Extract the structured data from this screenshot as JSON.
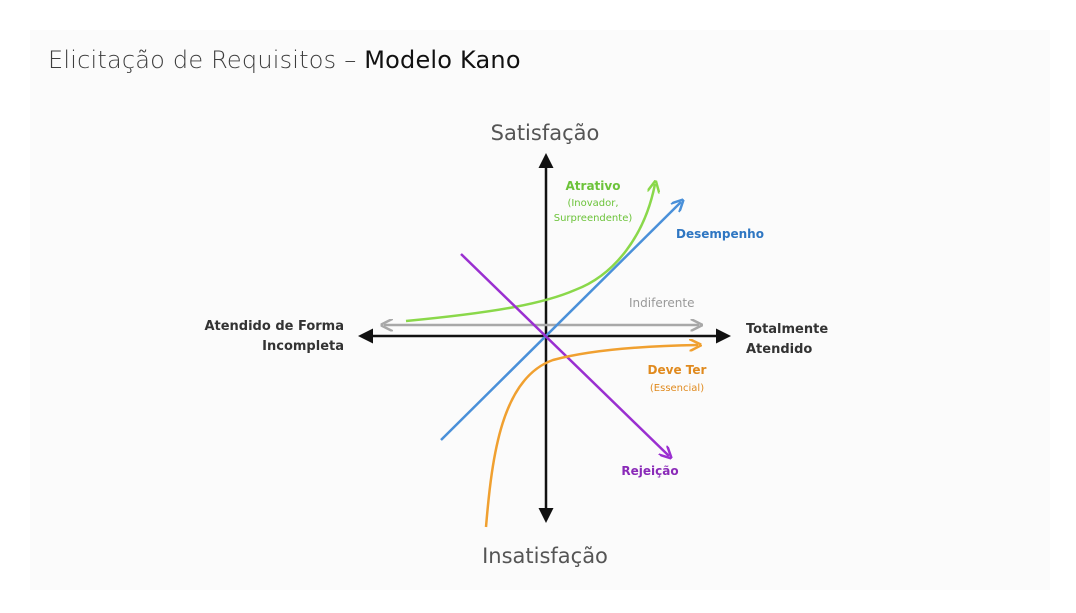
{
  "slide": {
    "title_light": "Elicitação de Requisitos – ",
    "title_dark": "Modelo Kano"
  },
  "diagram": {
    "y_axis_top": "Satisfação",
    "y_axis_bottom": "Insatisfação",
    "x_axis_left": [
      "Atendido de Forma",
      "Incompleta"
    ],
    "x_axis_right": [
      "Totalmente",
      "Atendido"
    ],
    "curves": {
      "attractive": {
        "label": "Atrativo",
        "sub": [
          "(Inovador,",
          "Surpreendente)"
        ],
        "color": "#8ad84a"
      },
      "performance": {
        "label": "Desempenho",
        "color": "#4a90d9"
      },
      "indifferent": {
        "label": "Indiferente",
        "color": "#a8a8a8"
      },
      "must_be": {
        "label": "Deve Ter",
        "sub": [
          "(Essencial)"
        ],
        "color": "#f0a030"
      },
      "reverse": {
        "label": "Rejeição",
        "color": "#9a2fd0"
      }
    }
  }
}
